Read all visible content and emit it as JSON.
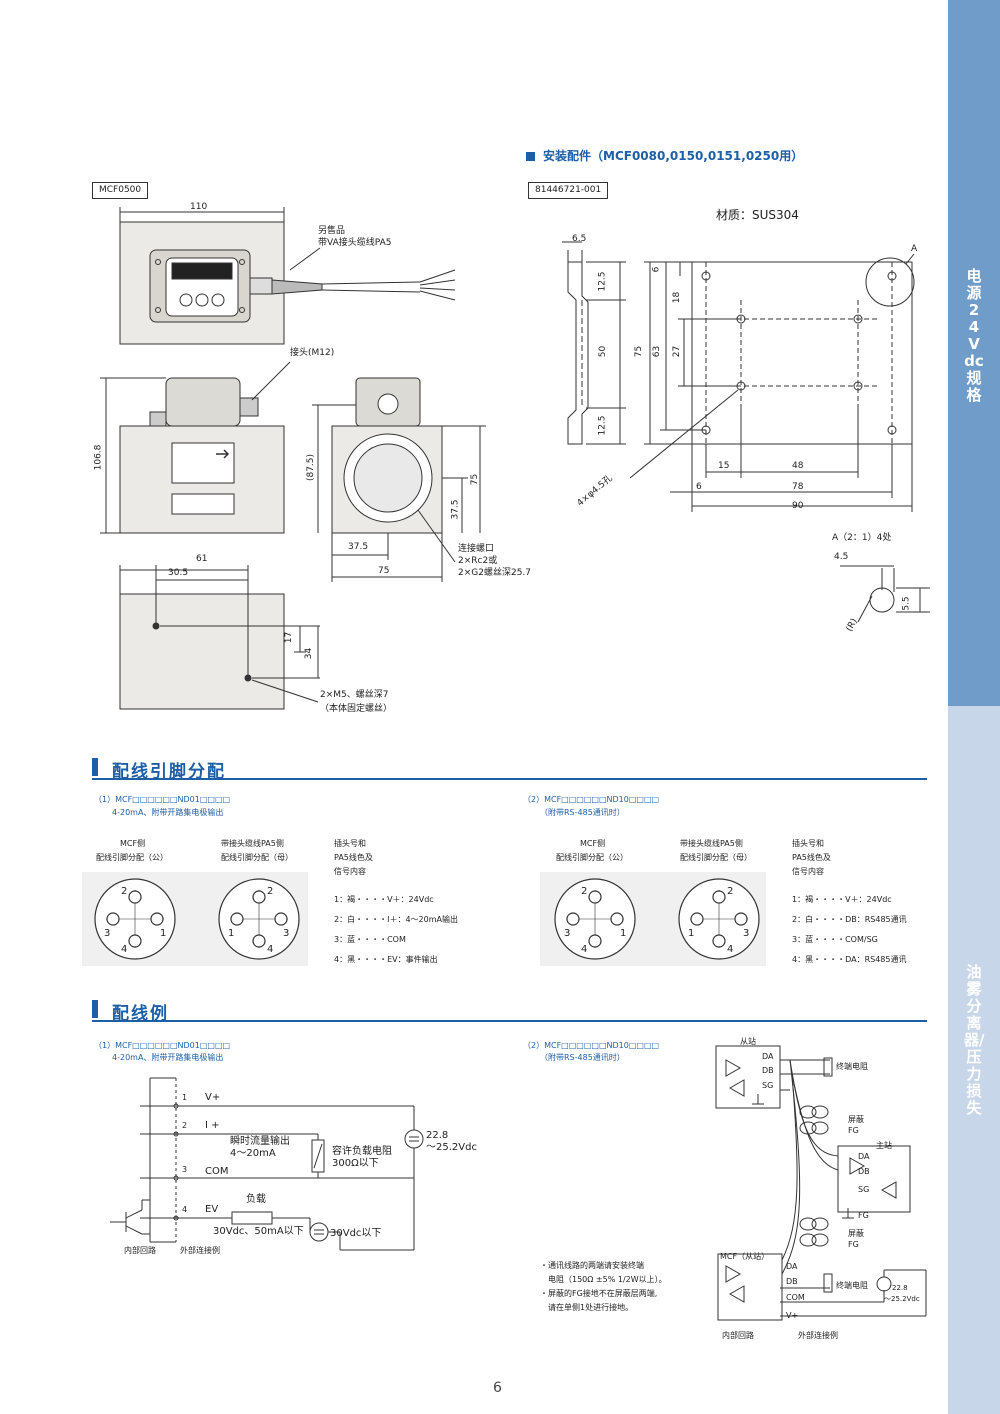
{
  "sidebar": {
    "top_text": "电源24Vdc规格",
    "bottom_text": "油雾分离器/压力损失"
  },
  "mcf0500": {
    "label": "MCF0500",
    "dim_110": "110",
    "sold_sep_1": "另售品",
    "sold_sep_2": "带VA接头缆线PA5",
    "connector": "接头(M12)",
    "dim_1068": "106.8",
    "dim_875": "(87.5)",
    "dim_75v": "75",
    "dim_375v": "37.5",
    "dim_375h": "37.5",
    "dim_75h": "75",
    "port_1": "连接螺口",
    "port_2": "2×Rc2或",
    "port_3": "2×G2螺丝深25.7",
    "dim_61": "61",
    "dim_305": "30.5",
    "dim_17": "17",
    "dim_34": "34",
    "screw_1": "2×M5、螺丝深7",
    "screw_2": "（本体固定螺丝）"
  },
  "accessory": {
    "title": "安装配件（MCF0080,0150,0151,0250用）",
    "part_no": "81446721-001",
    "material": "材质：SUS304",
    "dim_65": "6.5",
    "dim_125a": "12.5",
    "dim_50": "50",
    "dim_125b": "12.5",
    "dim_6": "6",
    "dim_18": "18",
    "dim_27": "27",
    "dim_63": "63",
    "dim_75": "75",
    "dim_15": "15",
    "dim_48": "48",
    "dim_6h": "6",
    "dim_78": "78",
    "dim_90": "90",
    "hole": "4×φ4.5孔",
    "a_label": "A",
    "detail": "A（2：1）4处",
    "dim_45": "4.5",
    "dim_55": "5.5",
    "dim_r": "(R)"
  },
  "wiring_pins": {
    "title": "配线引脚分配",
    "left_1": "（1）MCF□□□□□□ND01□□□□",
    "left_2": "4-20mA、附带开路集电极输出",
    "right_1": "（2）MCF□□□□□□ND10□□□□",
    "right_2": "（附带RS-485通讯时）",
    "col_mcf_1": "MCF侧",
    "col_mcf_2": "配线引脚分配（公）",
    "col_cable_1": "带接头缆线PA5侧",
    "col_cable_2": "配线引脚分配（母）",
    "col_sig_1": "插头号和",
    "col_sig_2": "PA5线色及",
    "col_sig_3": "信号内容",
    "left_signals": [
      "1：褐・・・・V＋：24Vdc",
      "2：白・・・・I＋：4～20mA输出",
      "3：蓝・・・・COM",
      "4：黑・・・・EV：事件输出"
    ],
    "right_signals": [
      "1：褐・・・・V＋：24Vdc",
      "2：白・・・・DB：RS485通讯",
      "3：蓝・・・・COM/SG",
      "4：黑・・・・DA：RS485通讯"
    ],
    "pin_nums": [
      "1",
      "2",
      "3",
      "4"
    ]
  },
  "wiring_example": {
    "title": "配线例",
    "left_1": "（1）MCF□□□□□□ND01□□□□",
    "left_2": "4-20mA、附带开路集电极输出",
    "right_1": "（2）MCF□□□□□□ND10□□□□",
    "right_2": "（附带RS-485通讯时）",
    "v_plus": "V+",
    "i_plus": "I +",
    "com": "COM",
    "ev": "EV",
    "n1": "1",
    "n2": "2",
    "n3": "3",
    "n4": "4",
    "instant_1": "瞬时流量输出",
    "instant_2": "4～20mA",
    "load_r_1": "容许负载电阻",
    "load_r_2": "300Ω以下",
    "supply_1": "22.8",
    "supply_2": "～25.2Vdc",
    "load": "负载",
    "load_spec": "30Vdc、50mA以下",
    "below_30": "30Vdc以下",
    "internal": "内部回路",
    "external": "外部连接例",
    "slave": "从站",
    "master": "主站",
    "da": "DA",
    "db": "DB",
    "sg": "SG",
    "fg": "FG",
    "terminator": "终端电阻",
    "shield_fg": "屏蔽",
    "fg_label": "FG",
    "mcf_slave": "MCF（从站）",
    "com_r": "COM",
    "vplus_r": "V+",
    "supply_r_1": "22.8",
    "supply_r_2": "～25.2Vdc",
    "note_1": "・通讯线路的两端请安装终端",
    "note_2": "电阻（150Ω ±5%  1/2W以上）。",
    "note_3": "・屏蔽的FG接地不在屏蔽层两端,",
    "note_4": "请在单侧1处进行接地。"
  },
  "page_number": "6"
}
